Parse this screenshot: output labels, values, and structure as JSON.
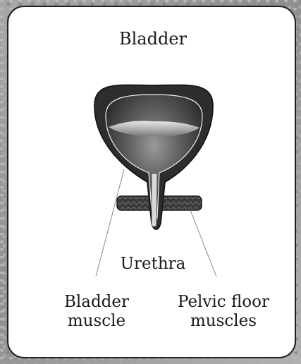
{
  "diagram": {
    "title": "Bladder",
    "labels": {
      "urethra": "Urethra",
      "bladder_muscle": "Bladder muscle",
      "pelvic_floor_muscles": "Pelvic floor muscles"
    },
    "colors": {
      "background": "#9c9c9c",
      "card": "#ffffff",
      "outline": "#202020",
      "wall_dark": "#2d2d2d",
      "inner_gray": "#666666",
      "highlight": "#e8e8e8"
    }
  }
}
